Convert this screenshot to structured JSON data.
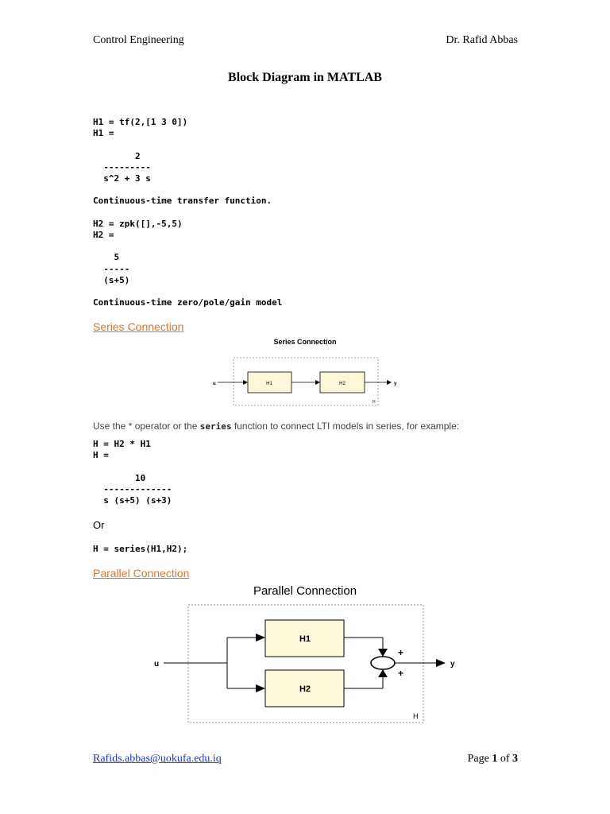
{
  "header": {
    "course": "Control Engineering",
    "author": "Dr. Rafid Abbas"
  },
  "title": "Block Diagram in MATLAB",
  "code_blocks": {
    "h1_def": "H1 = tf(2,[1 3 0])\nH1 =\n\n        2\n  ---------\n  s^2 + 3 s\n\nContinuous-time transfer function.\n\nH2 = zpk([],-5,5)\nH2 =\n\n    5\n  -----\n  (s+5)\n\nContinuous-time zero/pole/gain model",
    "series_product": "H = H2 * H1\nH =\n\n        10\n  -------------\n  s (s+5) (s+3)",
    "series_call": "H = series(H1,H2);"
  },
  "series_section": {
    "heading": "Series Connection",
    "figure_title": "Series Connection",
    "input_label": "u",
    "output_label": "y",
    "block1": "H1",
    "block2": "H2",
    "system_label": "H",
    "desc_before": "Use the * operator or the ",
    "desc_keyword": "series",
    "desc_after": " function to connect LTI models in series, for example:",
    "or_text": "Or"
  },
  "parallel_section": {
    "heading": "Parallel Connection",
    "figure_title": "Parallel Connection",
    "input_label": "u",
    "output_label": "y",
    "block1": "H1",
    "block2": "H2",
    "sign_top": "+",
    "sign_bottom": "+",
    "system_label": "H"
  },
  "footer": {
    "email": "Rafids.abbas@uokufa.edu.iq",
    "page_prefix": "Page ",
    "page_current": "1",
    "page_mid": " of ",
    "page_total": "3"
  },
  "colors": {
    "block_fill": "#fcf7d9",
    "section_heading": "#d9782d",
    "link": "#1a35c9"
  }
}
